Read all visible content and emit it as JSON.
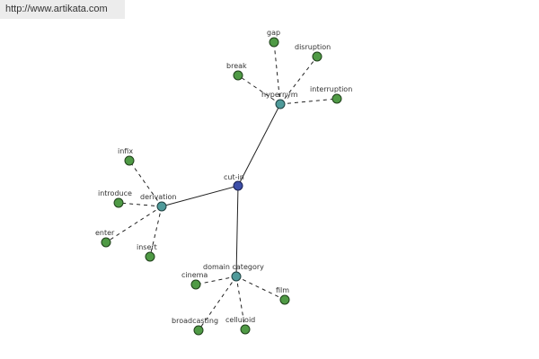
{
  "header": {
    "url": "http://www.artikata.com"
  },
  "graph": {
    "root": "cut-in",
    "hubs": {
      "hypernym": "hypernym",
      "derivation": "derivation",
      "domain_category": "domain category"
    },
    "leaves": {
      "gap": "gap",
      "disruption": "disruption",
      "break": "break",
      "interruption": "interruption",
      "infix": "infix",
      "introduce": "introduce",
      "enter": "enter",
      "insert": "insert",
      "cinema": "cinema",
      "film": "film",
      "broadcasting": "broadcasting",
      "celluloid": "celluloid"
    },
    "colors": {
      "root": "#3d4fa8",
      "hub": "#4f9a9a",
      "leaf": "#4f9a45",
      "edge": "#222222"
    }
  }
}
